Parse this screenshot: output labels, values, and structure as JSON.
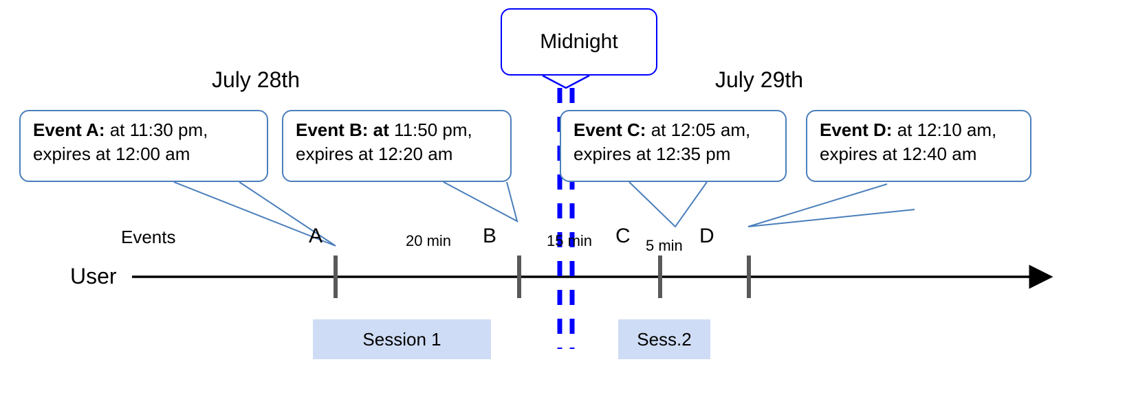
{
  "diagram": {
    "title_labels": {
      "day_left": "July 28th",
      "day_right": "July 29th",
      "midnight": "Midnight"
    },
    "axis": {
      "user_label": "User",
      "events_label": "Events"
    },
    "events": [
      {
        "letter": "A",
        "bold": "Event A:",
        "line1_rest": " at 11:30 pm,",
        "line2": "expires at 12:00 am",
        "at_time": "11:30 pm",
        "expires_time": "12:00 am"
      },
      {
        "letter": "B",
        "bold": "Event B: at",
        "line1_rest": " 11:50 pm,",
        "line2": "expires at 12:20 am",
        "at_time": "11:50 pm",
        "expires_time": "12:20 am"
      },
      {
        "letter": "C",
        "bold": "Event C:",
        "line1_rest": " at 12:05 am,",
        "line2": "expires at 12:35 pm",
        "at_time": "12:05 am",
        "expires_time": "12:35 pm"
      },
      {
        "letter": "D",
        "bold": "Event D:",
        "line1_rest": "  at 12:10 am,",
        "line2": "expires at 12:40 am",
        "at_time": "12:10 am",
        "expires_time": "12:40 am"
      }
    ],
    "intervals": [
      {
        "label": "20 min",
        "from": "A",
        "to": "B"
      },
      {
        "label": "15 min",
        "from": "B",
        "to": "C"
      },
      {
        "label": "5 min",
        "from": "C",
        "to": "D"
      }
    ],
    "sessions": [
      {
        "label": "Session 1"
      },
      {
        "label": "Sess.2"
      }
    ],
    "colors": {
      "callout_border": "#4a7ebb",
      "midnight_border": "#0000ff",
      "session_fill": "#cfdcf5",
      "marker": "#595959",
      "axis": "#000000"
    }
  }
}
